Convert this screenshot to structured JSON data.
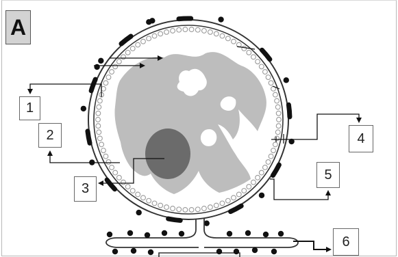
{
  "panel_label": "A",
  "callouts": [
    {
      "id": "1",
      "label": "1"
    },
    {
      "id": "2",
      "label": "2"
    },
    {
      "id": "3",
      "label": "3"
    },
    {
      "id": "4",
      "label": "4"
    },
    {
      "id": "5",
      "label": "5"
    },
    {
      "id": "6",
      "label": "6"
    }
  ],
  "colors": {
    "chromatin": "#bdbdbd",
    "nucleolus": "#6b6b6b",
    "envelope": "#333333",
    "ribosome": "#111111",
    "lamina_bead": "#9a9a9a",
    "label_tag": "#d3d3d3"
  }
}
